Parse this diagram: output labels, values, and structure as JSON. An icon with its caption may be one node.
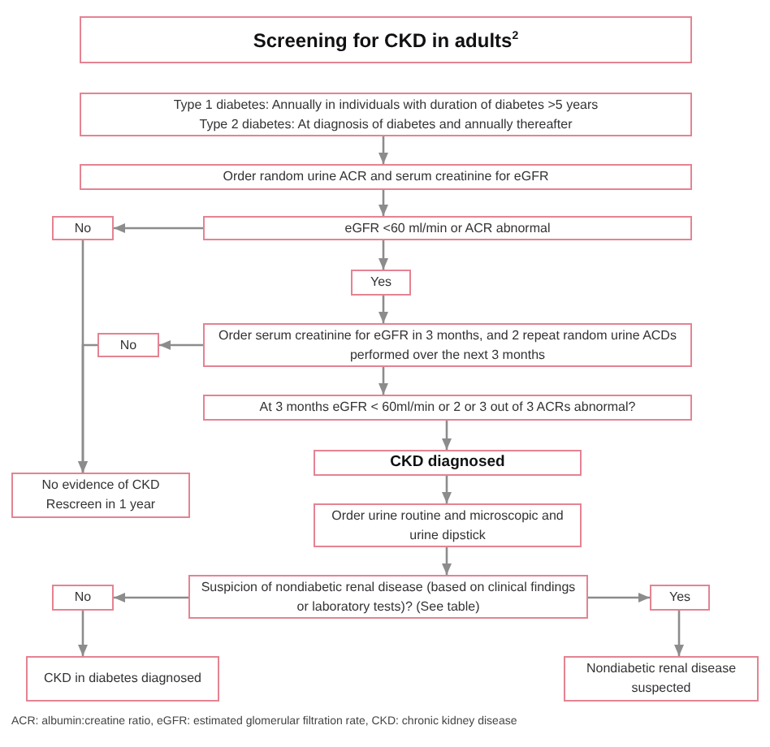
{
  "diagram": {
    "title": "Screening for CKD in adults$^{2}$",
    "nodes": [
      {
        "text": [
          "Type 1 diabetes: Annually in individuals with duration of diabetes >5 years",
          "Type 2 diabetes: At diagnosis of diabetes and annually thereafter"
        ]
      },
      {
        "text": [
          "Order random urine ACR and serum creatinine for eGFR"
        ]
      },
      {
        "text": [
          "No"
        ]
      },
      {
        "text": [
          "eGFR <60 ml/min or ACR abnormal"
        ]
      },
      {
        "text": [
          "Yes"
        ]
      },
      {
        "text": [
          "No"
        ]
      },
      {
        "text": [
          "Order serum creatinine for eGFR in 3 months, and 2 repeat random urine ACDs performed over the next 3 months"
        ]
      },
      {
        "text": [
          "At 3 months eGFR < 60ml/min or 2 or 3 out of 3 ACRs abnormal?"
        ]
      },
      {
        "text": [
          "CKD diagnosed"
        ]
      },
      {
        "text": [
          "No evidence of CKD",
          "Rescreen in 1 year"
        ]
      },
      {
        "text": [
          "Order urine routine and microscopic and urine dipstick"
        ]
      },
      {
        "text": [
          "No"
        ]
      },
      {
        "text": [
          "Suspicion of nondiabetic renal disease (based on clinical findings or laboratory tests)? (See table)"
        ]
      },
      {
        "text": [
          "Yes"
        ]
      },
      {
        "text": [
          "CKD in diabetes diagnosed"
        ]
      },
      {
        "text": [
          "Nondiabetic renal disease suspected"
        ]
      }
    ],
    "edges": [
      {
        "from": 0,
        "to": 1,
        "arrow": "to"
      },
      {
        "from": 1,
        "to": 3,
        "arrow": "to"
      },
      {
        "from": 3,
        "to": 2,
        "arrow": "to"
      },
      {
        "from": 3,
        "to": 4,
        "arrow": "to"
      },
      {
        "from": 4,
        "to": 6,
        "arrow": "to"
      },
      {
        "from": 6,
        "to": 5,
        "arrow": "to"
      },
      {
        "from": 6,
        "to": 7,
        "arrow": "to"
      },
      {
        "from": 7,
        "to": 8,
        "arrow": "to"
      },
      {
        "from": 2,
        "to": 9,
        "arrow": "to"
      },
      {
        "from": 5,
        "to": 9,
        "arrow": "to"
      },
      {
        "from": 8,
        "to": 10,
        "arrow": "to"
      },
      {
        "from": 10,
        "to": 12,
        "arrow": "to"
      },
      {
        "from": 12,
        "to": 11,
        "arrow": "to"
      },
      {
        "from": 12,
        "to": 13,
        "arrow": "to"
      },
      {
        "from": 11,
        "to": 14,
        "arrow": "to"
      },
      {
        "from": 13,
        "to": 15,
        "arrow": "to"
      }
    ],
    "caption": "ACR: albumin:creatine ratio, eGFR: estimated glomerular filtration rate, CKD: chronic kidney disease"
  }
}
